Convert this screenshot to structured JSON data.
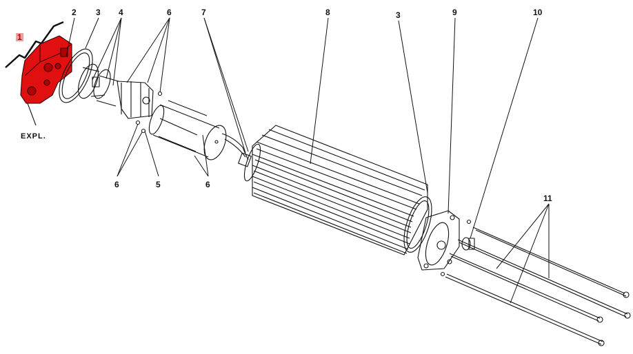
{
  "diagram": {
    "expl_label": "EXPL.",
    "callouts": {
      "c1": "1",
      "c2": "2",
      "c3a": "3",
      "c4": "4",
      "c6a": "6",
      "c7": "7",
      "c8": "8",
      "c3b": "3",
      "c9": "9",
      "c10": "10",
      "c11": "11",
      "c6b": "6",
      "c5": "5",
      "c6c": "6"
    },
    "colors": {
      "highlight_part": "#e01010",
      "callout_highlight": "#f0a0a0",
      "line": "#111111"
    }
  }
}
